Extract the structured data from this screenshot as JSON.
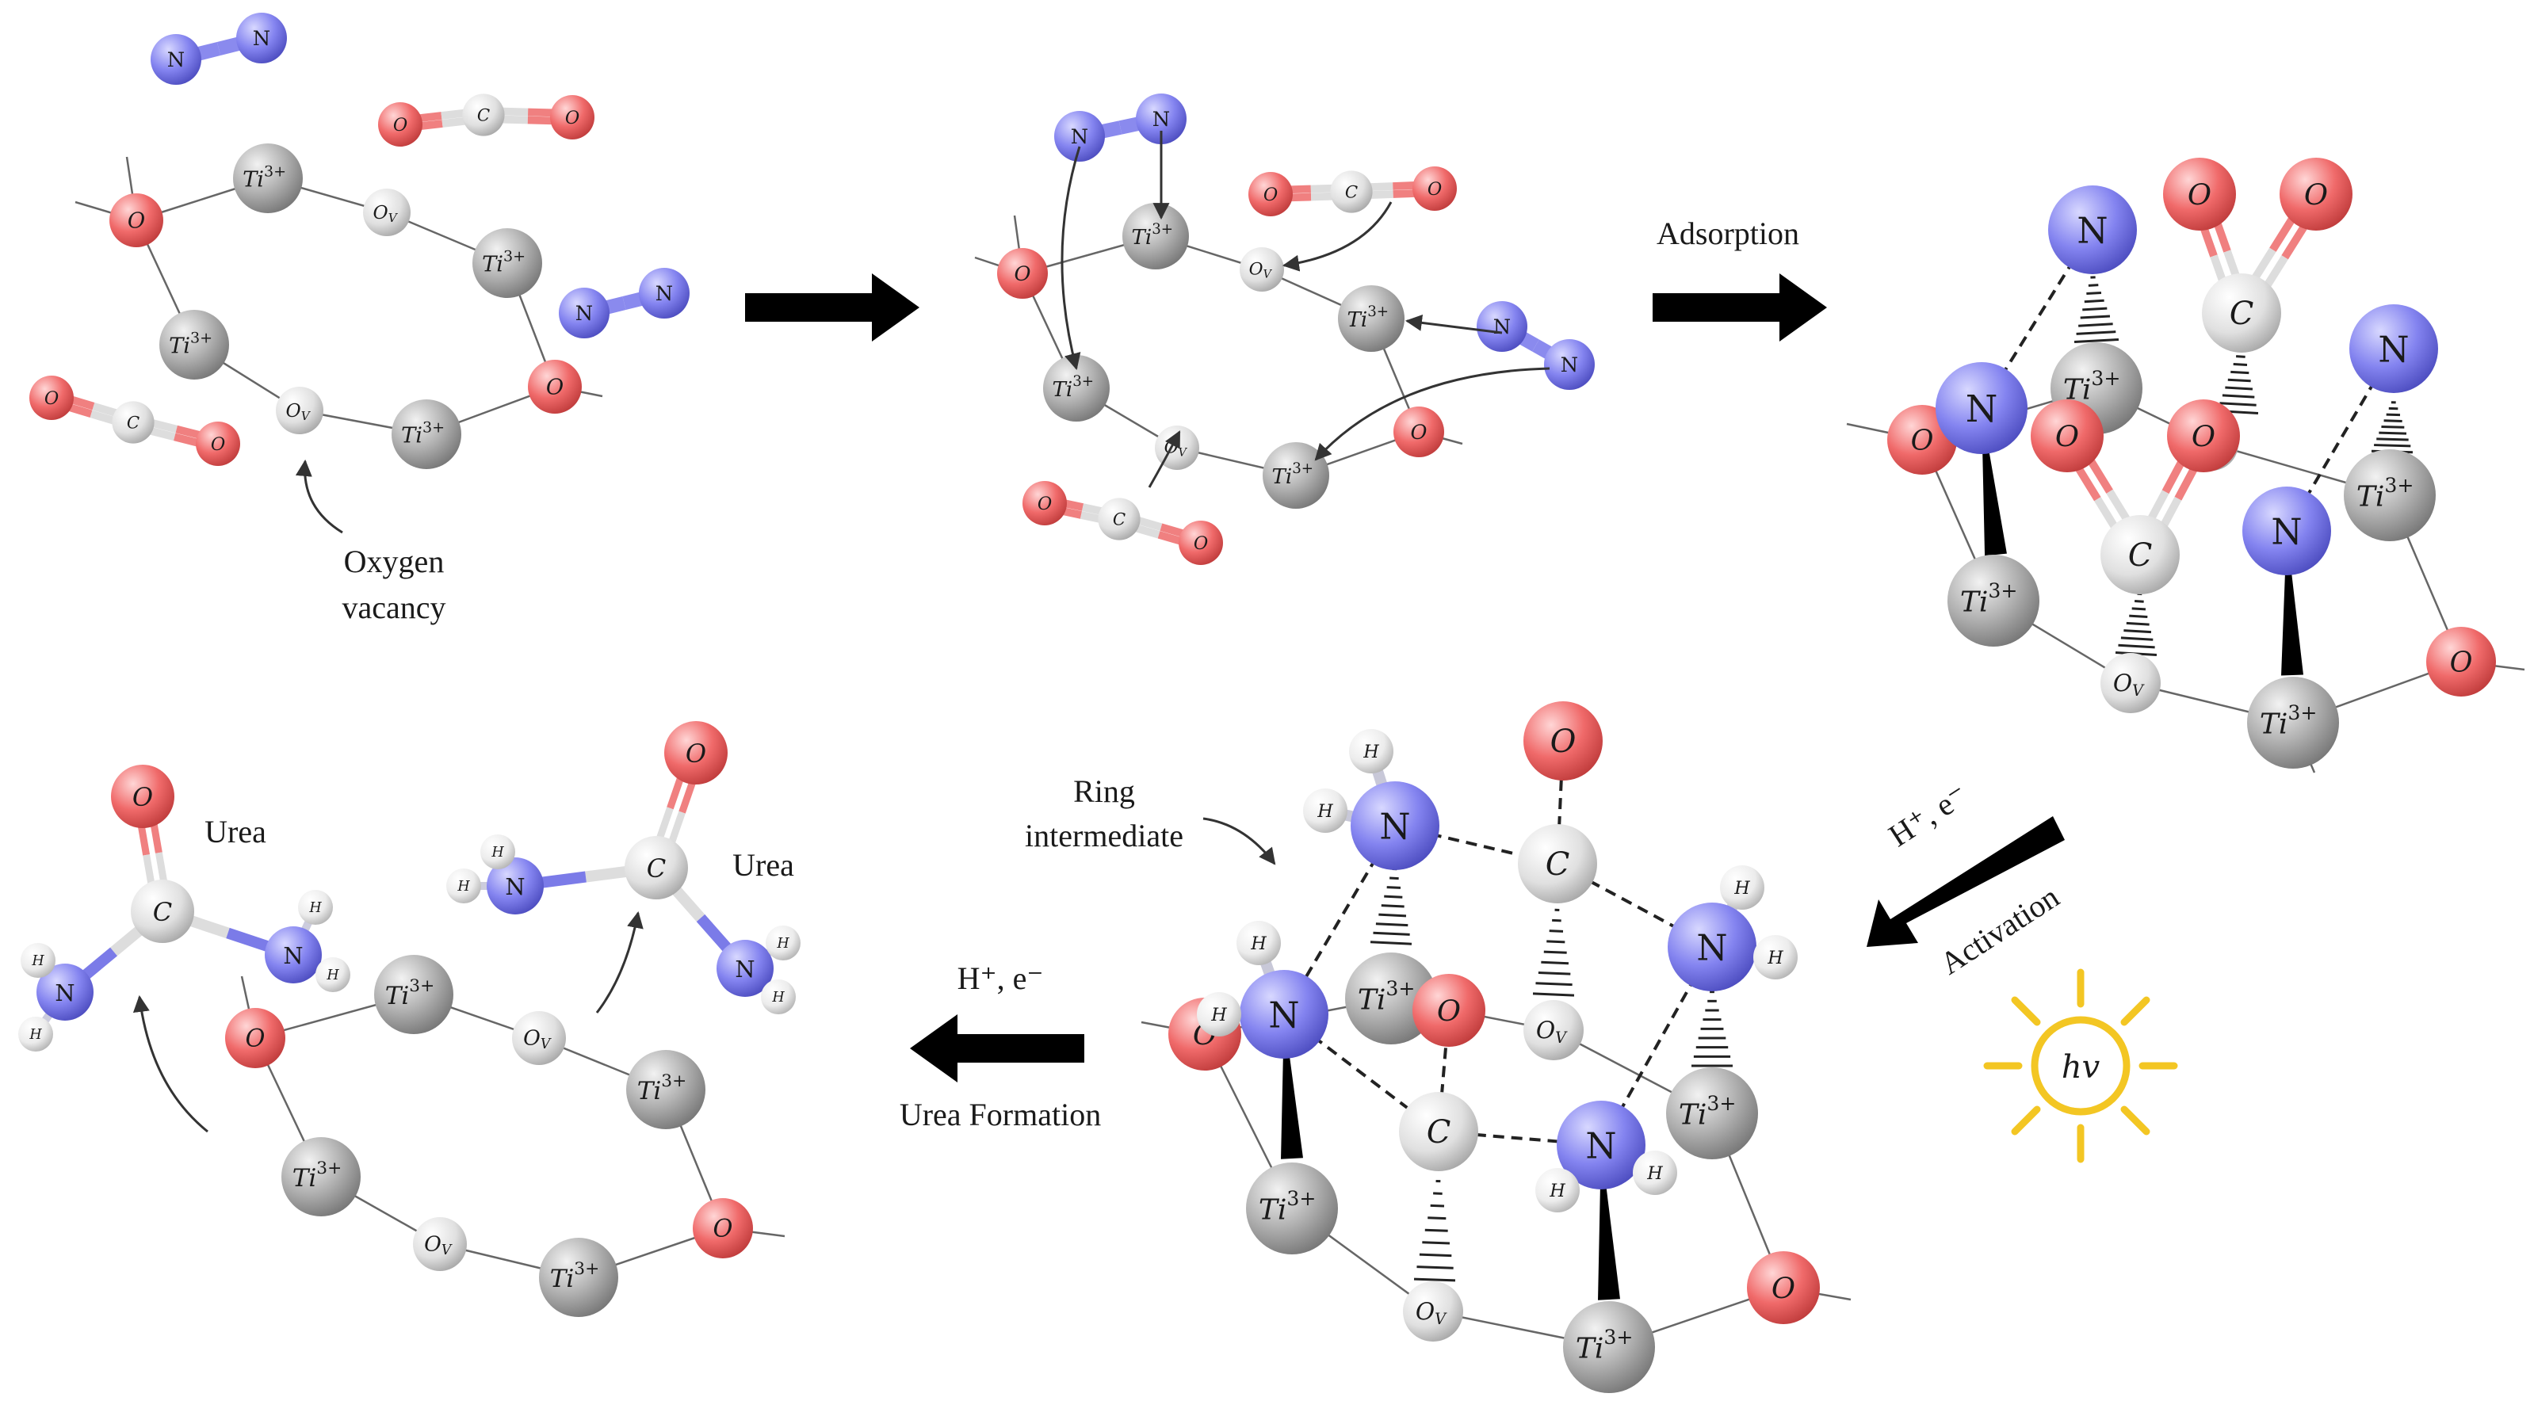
{
  "labels": {
    "oxygen_vacancy": [
      "Oxygen",
      "vacancy"
    ],
    "adsorption": "Adsorption",
    "activation": "Activation",
    "h_e_top": "H⁺, e⁻",
    "h_e_bottom": "H⁺, e⁻",
    "hv": "hv",
    "ring_intermediate": [
      "Ring",
      "intermediate"
    ],
    "urea_formation": "Urea Formation",
    "urea": "Urea"
  },
  "atom_text": {
    "N": "N",
    "O": "O",
    "C": "C",
    "H": "H",
    "Ti": "Ti",
    "Ti_sup": "3+",
    "Ov": "O",
    "Ov_sub": "V"
  },
  "colors": {
    "nitrogen": "#8e8ef2",
    "oxygen": "#f07070",
    "carbon": "#e6e6e6",
    "titanium": "#b5b5b5",
    "hydrogen": "#f0f0f0",
    "arrow": "#000000",
    "sun": "#f3c623"
  },
  "icons": [
    "sun-icon",
    "process-arrow-icon"
  ]
}
